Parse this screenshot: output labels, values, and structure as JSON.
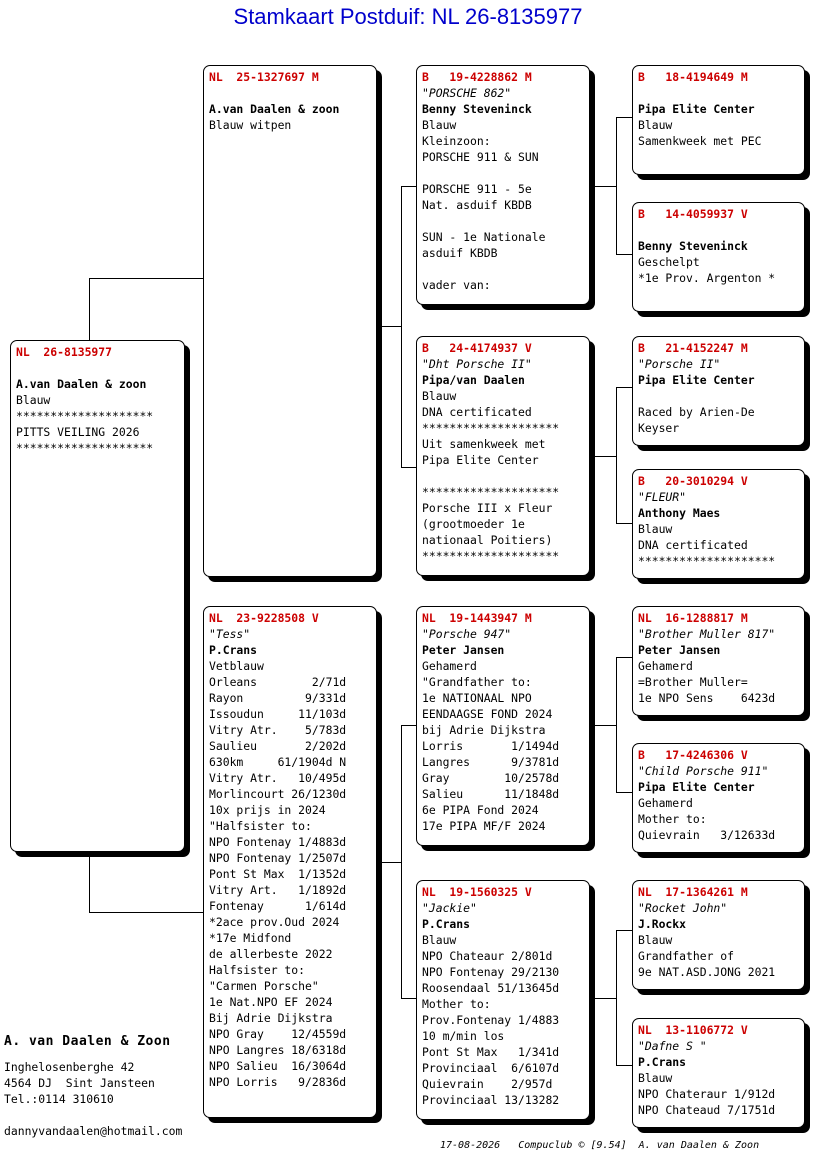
{
  "title": "Stamkaart Postduif: NL  26-8135977",
  "cards": [
    {
      "id": "subject",
      "lines": [
        {
          "t": "NL  26-8135977",
          "s": "ring"
        },
        {
          "t": "",
          "s": ""
        },
        {
          "t": "A.van Daalen & zoon",
          "s": "bold"
        },
        {
          "t": "Blauw",
          "s": ""
        },
        {
          "t": "********************",
          "s": ""
        },
        {
          "t": "PITTS VEILING 2026",
          "s": ""
        },
        {
          "t": "********************",
          "s": ""
        }
      ]
    },
    {
      "id": "sire",
      "lines": [
        {
          "t": "NL  25-1327697 M",
          "s": "ring"
        },
        {
          "t": "",
          "s": ""
        },
        {
          "t": "A.van Daalen & zoon",
          "s": "bold"
        },
        {
          "t": "Blauw witpen",
          "s": ""
        }
      ]
    },
    {
      "id": "dam",
      "lines": [
        {
          "t": "NL  23-9228508 V",
          "s": "ring"
        },
        {
          "t": "\"Tess\"",
          "s": "italic"
        },
        {
          "t": "P.Crans",
          "s": "bold"
        },
        {
          "t": "Vetblauw",
          "s": ""
        },
        {
          "t": "Orleans        2/71d",
          "s": ""
        },
        {
          "t": "Rayon         9/331d",
          "s": ""
        },
        {
          "t": "Issoudun     11/103d",
          "s": ""
        },
        {
          "t": "Vitry Atr.    5/783d",
          "s": ""
        },
        {
          "t": "Saulieu       2/202d",
          "s": ""
        },
        {
          "t": "630km     61/1904d N",
          "s": ""
        },
        {
          "t": "Vitry Atr.   10/495d",
          "s": ""
        },
        {
          "t": "Morlincourt 26/1230d",
          "s": ""
        },
        {
          "t": "10x prijs in 2024",
          "s": ""
        },
        {
          "t": "\"Halfsister to:",
          "s": ""
        },
        {
          "t": "NPO Fontenay 1/4883d",
          "s": ""
        },
        {
          "t": "NPO Fontenay 1/2507d",
          "s": ""
        },
        {
          "t": "Pont St Max  1/1352d",
          "s": ""
        },
        {
          "t": "Vitry Art.   1/1892d",
          "s": ""
        },
        {
          "t": "Fontenay      1/614d",
          "s": ""
        },
        {
          "t": "*2ace prov.Oud 2024",
          "s": ""
        },
        {
          "t": "*17e Midfond",
          "s": ""
        },
        {
          "t": "de allerbeste 2022",
          "s": ""
        },
        {
          "t": "Halfsister to:",
          "s": ""
        },
        {
          "t": "\"Carmen Porsche\"",
          "s": ""
        },
        {
          "t": "1e Nat.NPO EF 2024",
          "s": ""
        },
        {
          "t": "Bij Adrie Dijkstra",
          "s": ""
        },
        {
          "t": "NPO Gray    12/4559d",
          "s": ""
        },
        {
          "t": "NPO Langres 18/6318d",
          "s": ""
        },
        {
          "t": "NPO Salieu  16/3064d",
          "s": ""
        },
        {
          "t": "NPO Lorris   9/2836d",
          "s": ""
        }
      ]
    },
    {
      "id": "ss",
      "lines": [
        {
          "t": "B   19-4228862 M",
          "s": "ring"
        },
        {
          "t": "\"PORSCHE 862\"",
          "s": "italic"
        },
        {
          "t": "Benny Steveninck",
          "s": "bold"
        },
        {
          "t": "Blauw",
          "s": ""
        },
        {
          "t": "Kleinzoon:",
          "s": ""
        },
        {
          "t": "PORSCHE 911 & SUN",
          "s": ""
        },
        {
          "t": "",
          "s": ""
        },
        {
          "t": "PORSCHE 911 - 5e",
          "s": ""
        },
        {
          "t": "Nat. asduif KBDB",
          "s": ""
        },
        {
          "t": "",
          "s": ""
        },
        {
          "t": "SUN - 1e Nationale",
          "s": ""
        },
        {
          "t": "asduif KBDB",
          "s": ""
        },
        {
          "t": "",
          "s": ""
        },
        {
          "t": "vader van:",
          "s": ""
        }
      ]
    },
    {
      "id": "sd",
      "lines": [
        {
          "t": "B   24-4174937 V",
          "s": "ring"
        },
        {
          "t": "\"Dht Porsche II\"",
          "s": "italic"
        },
        {
          "t": "Pipa/van Daalen",
          "s": "bold"
        },
        {
          "t": "Blauw",
          "s": ""
        },
        {
          "t": "DNA certificated",
          "s": ""
        },
        {
          "t": "********************",
          "s": ""
        },
        {
          "t": "Uit samenkweek met",
          "s": ""
        },
        {
          "t": "Pipa Elite Center",
          "s": ""
        },
        {
          "t": "",
          "s": ""
        },
        {
          "t": "********************",
          "s": ""
        },
        {
          "t": "Porsche III x Fleur",
          "s": ""
        },
        {
          "t": "(grootmoeder 1e",
          "s": ""
        },
        {
          "t": "nationaal Poitiers)",
          "s": ""
        },
        {
          "t": "********************",
          "s": ""
        }
      ]
    },
    {
      "id": "ds",
      "lines": [
        {
          "t": "NL  19-1443947 M",
          "s": "ring"
        },
        {
          "t": "\"Porsche 947\"",
          "s": "italic"
        },
        {
          "t": "Peter Jansen",
          "s": "bold"
        },
        {
          "t": "Gehamerd",
          "s": ""
        },
        {
          "t": "\"Grandfather to:",
          "s": ""
        },
        {
          "t": "1e NATIONAAL NPO",
          "s": ""
        },
        {
          "t": "EENDAAGSE FOND 2024",
          "s": ""
        },
        {
          "t": "bij Adrie Dijkstra",
          "s": ""
        },
        {
          "t": "Lorris       1/1494d",
          "s": ""
        },
        {
          "t": "Langres      9/3781d",
          "s": ""
        },
        {
          "t": "Gray        10/2578d",
          "s": ""
        },
        {
          "t": "Salieu      11/1848d",
          "s": ""
        },
        {
          "t": "6e PIPA Fond 2024",
          "s": ""
        },
        {
          "t": "17e PIPA MF/F 2024",
          "s": ""
        }
      ]
    },
    {
      "id": "dd",
      "lines": [
        {
          "t": "NL  19-1560325 V",
          "s": "ring"
        },
        {
          "t": "\"Jackie\"",
          "s": "italic"
        },
        {
          "t": "P.Crans",
          "s": "bold"
        },
        {
          "t": "Blauw",
          "s": ""
        },
        {
          "t": "NPO Chateaur 2/801d",
          "s": ""
        },
        {
          "t": "NPO Fontenay 29/2130",
          "s": ""
        },
        {
          "t": "Roosendaal 51/13645d",
          "s": ""
        },
        {
          "t": "Mother to:",
          "s": ""
        },
        {
          "t": "Prov.Fontenay 1/4883",
          "s": ""
        },
        {
          "t": "10 m/min los",
          "s": ""
        },
        {
          "t": "Pont St Max   1/341d",
          "s": ""
        },
        {
          "t": "Provinciaal  6/6107d",
          "s": ""
        },
        {
          "t": "Quievrain    2/957d",
          "s": ""
        },
        {
          "t": "Provinciaal 13/13282",
          "s": ""
        }
      ]
    },
    {
      "id": "sss",
      "lines": [
        {
          "t": "B   18-4194649 M",
          "s": "ring"
        },
        {
          "t": "",
          "s": ""
        },
        {
          "t": "Pipa Elite Center",
          "s": "bold"
        },
        {
          "t": "Blauw",
          "s": ""
        },
        {
          "t": "Samenkweek met PEC",
          "s": ""
        }
      ]
    },
    {
      "id": "ssd",
      "lines": [
        {
          "t": "B   14-4059937 V",
          "s": "ring"
        },
        {
          "t": "",
          "s": ""
        },
        {
          "t": "Benny Steveninck",
          "s": "bold"
        },
        {
          "t": "Geschelpt",
          "s": ""
        },
        {
          "t": "*1e Prov. Argenton *",
          "s": ""
        }
      ]
    },
    {
      "id": "sds",
      "lines": [
        {
          "t": "B   21-4152247 M",
          "s": "ring"
        },
        {
          "t": "\"Porsche II\"",
          "s": "italic"
        },
        {
          "t": "Pipa Elite Center",
          "s": "bold"
        },
        {
          "t": "",
          "s": ""
        },
        {
          "t": "Raced by Arien-De",
          "s": ""
        },
        {
          "t": "Keyser",
          "s": ""
        }
      ]
    },
    {
      "id": "sdd",
      "lines": [
        {
          "t": "B   20-3010294 V",
          "s": "ring"
        },
        {
          "t": "\"FLEUR\"",
          "s": "italic"
        },
        {
          "t": "Anthony Maes",
          "s": "bold"
        },
        {
          "t": "Blauw",
          "s": ""
        },
        {
          "t": "DNA certificated",
          "s": ""
        },
        {
          "t": "********************",
          "s": ""
        }
      ]
    },
    {
      "id": "dss",
      "lines": [
        {
          "t": "NL  16-1288817 M",
          "s": "ring"
        },
        {
          "t": "\"Brother Muller 817\"",
          "s": "italic"
        },
        {
          "t": "Peter Jansen",
          "s": "bold"
        },
        {
          "t": "Gehamerd",
          "s": ""
        },
        {
          "t": "=Brother Muller=",
          "s": ""
        },
        {
          "t": "1e NPO Sens    6423d",
          "s": ""
        }
      ]
    },
    {
      "id": "dsd",
      "lines": [
        {
          "t": "B   17-4246306 V",
          "s": "ring"
        },
        {
          "t": "\"Child Porsche 911\"",
          "s": "italic"
        },
        {
          "t": "Pipa Elite Center",
          "s": "bold"
        },
        {
          "t": "Gehamerd",
          "s": ""
        },
        {
          "t": "Mother to:",
          "s": ""
        },
        {
          "t": "Quievrain   3/12633d",
          "s": ""
        }
      ]
    },
    {
      "id": "dds",
      "lines": [
        {
          "t": "NL  17-1364261 M",
          "s": "ring"
        },
        {
          "t": "\"Rocket John\"",
          "s": "italic"
        },
        {
          "t": "J.Rockx",
          "s": "bold"
        },
        {
          "t": "Blauw",
          "s": ""
        },
        {
          "t": "Grandfather of",
          "s": ""
        },
        {
          "t": "9e NAT.ASD.JONG 2021",
          "s": ""
        }
      ]
    },
    {
      "id": "ddd",
      "lines": [
        {
          "t": "NL  13-1106772 V",
          "s": "ring"
        },
        {
          "t": "\"Dafne S \"",
          "s": "italic"
        },
        {
          "t": "P.Crans",
          "s": "bold"
        },
        {
          "t": "Blauw",
          "s": ""
        },
        {
          "t": "NPO Chateraur 1/912d",
          "s": ""
        },
        {
          "t": "NPO Chateaud 7/1751d",
          "s": ""
        }
      ]
    }
  ],
  "owner": {
    "name": "A. van Daalen & Zoon",
    "street": "Inghelosenberghe 42",
    "city": "4564 DJ  Sint Jansteen",
    "tel": "Tel.:0114 310610",
    "email": "dannyvandaalen@hotmail.com"
  },
  "footer": "17-08-2026   Compuclub © [9.54]  A. van Daalen & Zoon"
}
